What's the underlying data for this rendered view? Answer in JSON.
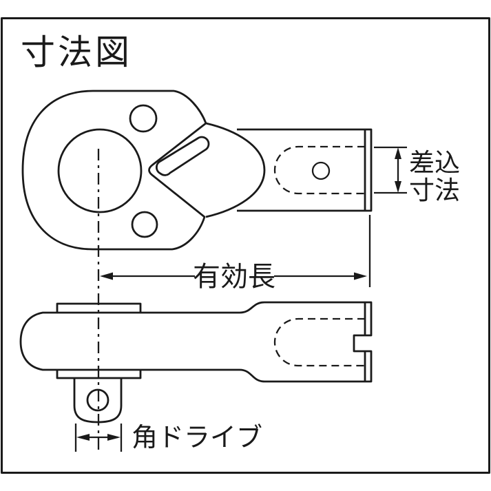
{
  "title": "寸法図",
  "colors": {
    "line": "#1a1a1a",
    "background": "#ffffff"
  },
  "labels": {
    "insertion_depth_line1": "差込",
    "insertion_depth_line2": "寸法",
    "effective_length": "有効長",
    "square_drive": "角ドライブ"
  }
}
